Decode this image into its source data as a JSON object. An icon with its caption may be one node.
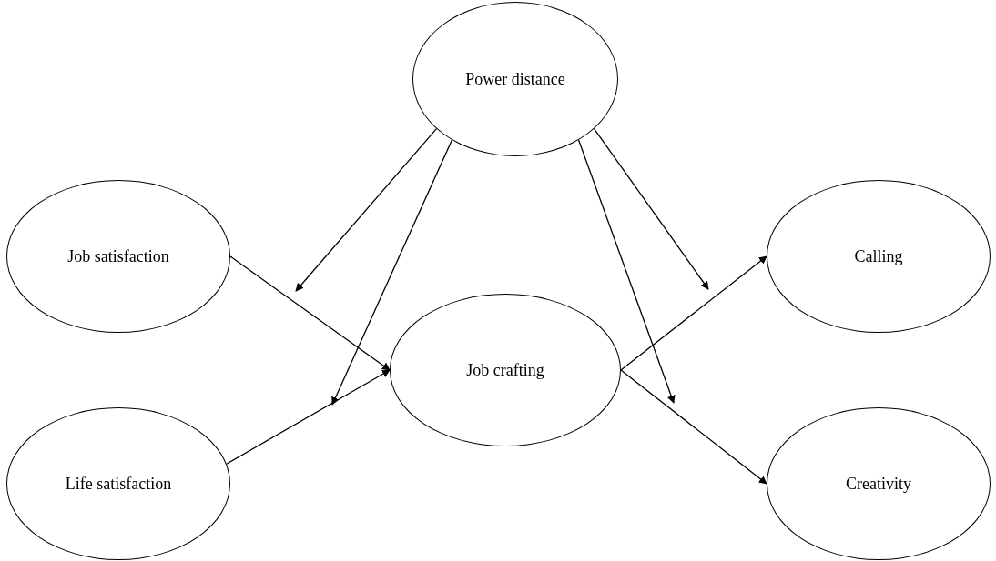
{
  "diagram": {
    "nodes": [
      {
        "text": [
          "Power distance"
        ]
      },
      {
        "text": [
          "Job satisfaction"
        ]
      },
      {
        "text": [
          "Job crafting"
        ]
      },
      {
        "text": [
          "Calling"
        ]
      },
      {
        "text": [
          "Life satisfaction"
        ]
      },
      {
        "text": [
          "Creativity"
        ]
      }
    ],
    "edges": [
      {
        "from": 1,
        "to": 2,
        "arrow": "to"
      },
      {
        "from": 4,
        "to": 2,
        "arrow": "to"
      },
      {
        "from": 0,
        "to": null,
        "arrow": "to"
      },
      {
        "from": 0,
        "to": null,
        "arrow": "to"
      },
      {
        "from": 0,
        "to": null,
        "arrow": "to"
      },
      {
        "from": 0,
        "to": null,
        "arrow": "to"
      },
      {
        "from": 2,
        "to": 3,
        "arrow": "to"
      },
      {
        "from": 2,
        "to": 5,
        "arrow": "to"
      }
    ]
  }
}
